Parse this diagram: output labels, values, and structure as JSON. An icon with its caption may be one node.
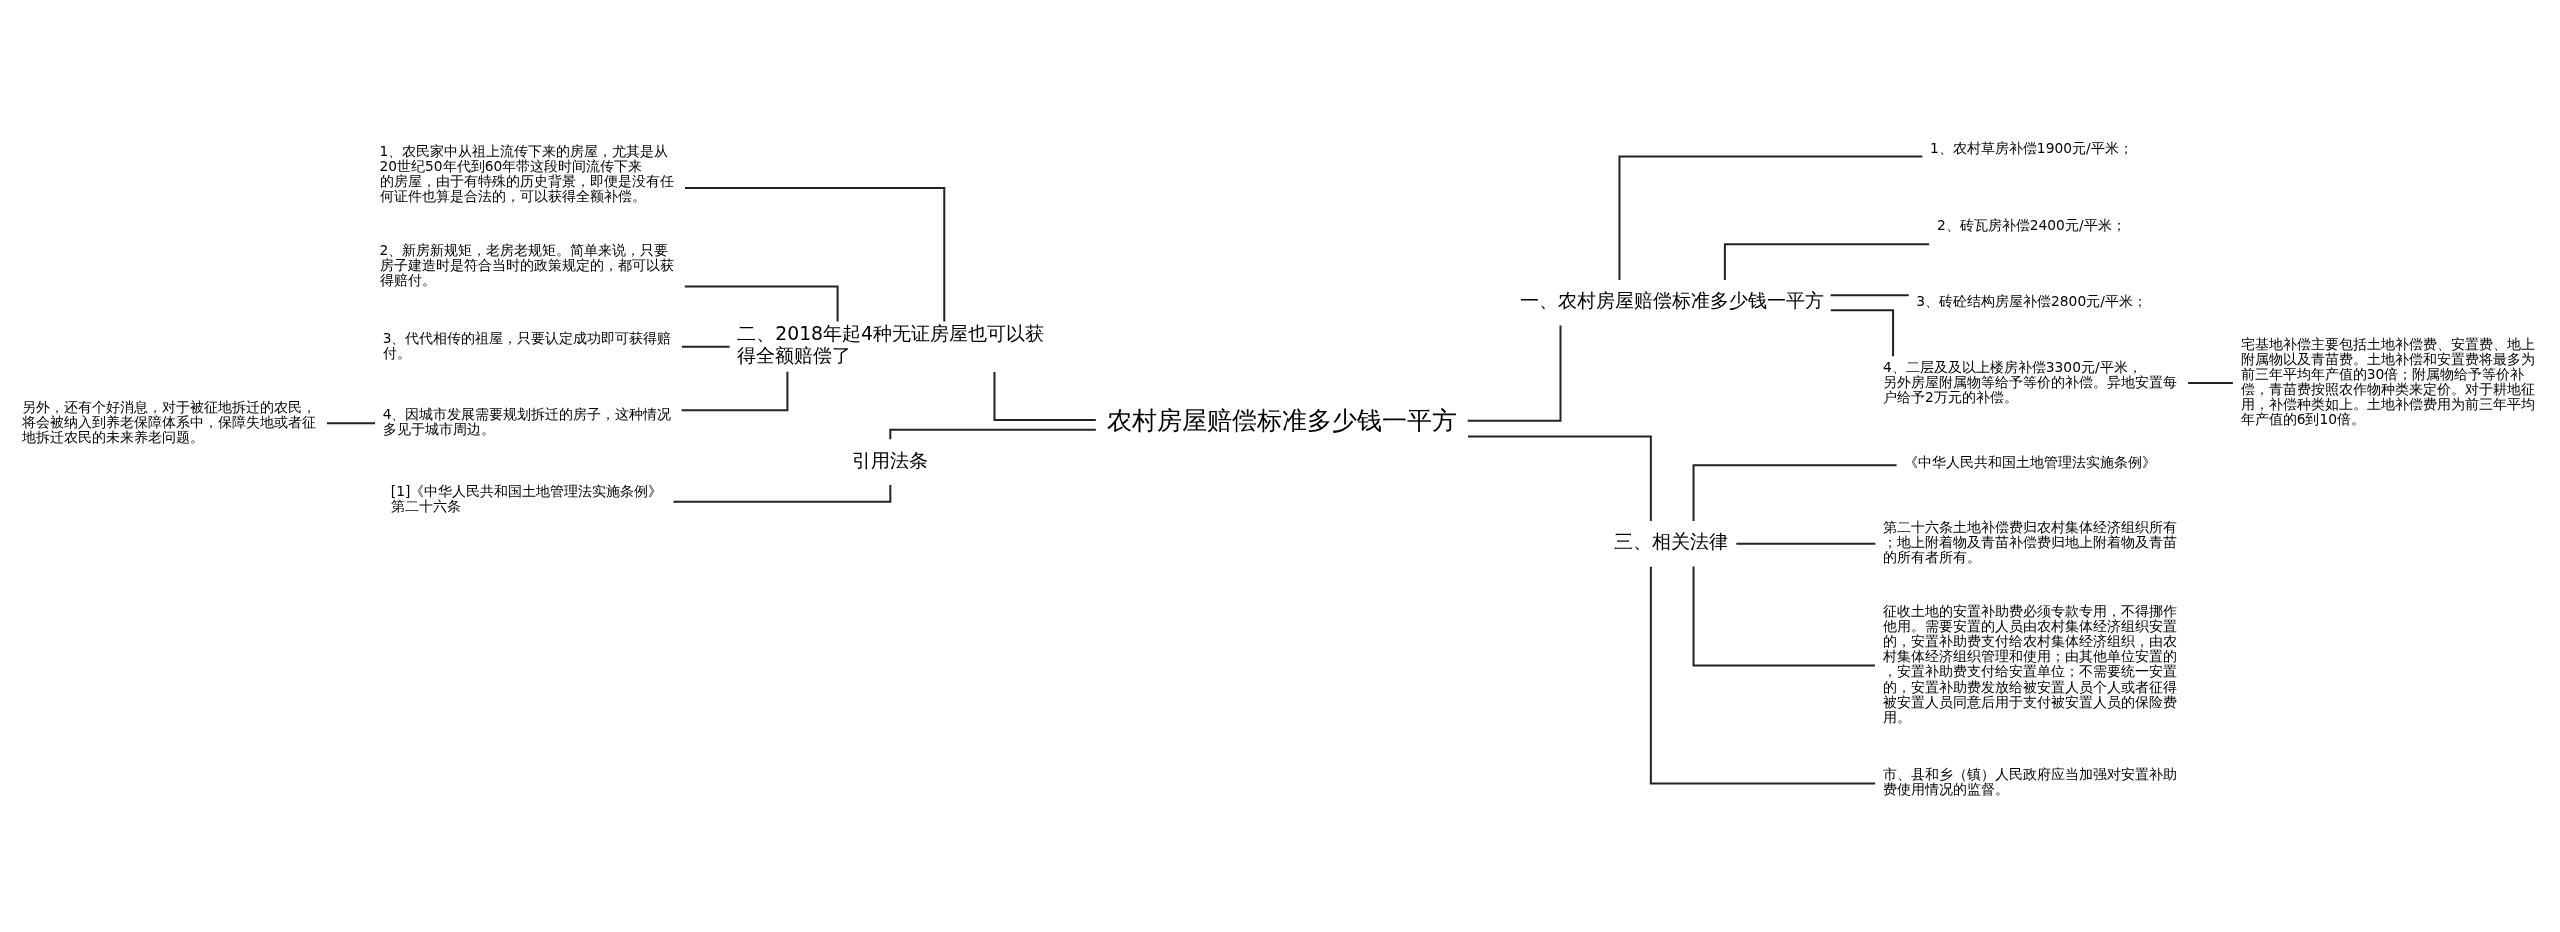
{
  "diagram": {
    "nodes": [
      {
        "text": [
          "农村房屋赔偿标准多少钱一平方"
        ]
      },
      {
        "text": [
          "二、2018年起4种无证房屋也可以获得全额赔偿了"
        ]
      },
      {
        "text": [
          "1、农民家中从祖上流传下来的房屋，尤其是从20世纪50年代到60年带这段时间流传下来的房屋，由于有特殊的历史背景，即便是没有任何证件也算是合法的，可以获得全额补偿。"
        ]
      },
      {
        "text": [
          "2、新房新规矩，老房老规矩。简单来说，只要房子建造时是符合当时的政策规定的，都可以获得赔付。"
        ]
      },
      {
        "text": [
          "3、代代相传的祖屋，只要认定成功即可获得赔付。"
        ]
      },
      {
        "text": [
          "4、因城市发展需要规划拆迁的房子，这种情况多见于城市周边。"
        ]
      },
      {
        "text": [
          "另外，还有个好消息，对于被征地拆迁的农民，将会被纳入到养老保障体系中，保障失地或者征地拆迁农民的未来养老问题。"
        ]
      },
      {
        "text": [
          "引用法条"
        ]
      },
      {
        "text": [
          "[1]《中华人民共和国土地管理法实施条例》第二十六条"
        ]
      },
      {
        "text": [
          "一、农村房屋赔偿标准多少钱一平方"
        ]
      },
      {
        "text": [
          "1、农村草房补偿1900元/平米；"
        ]
      },
      {
        "text": [
          "2、砖瓦房补偿2400元/平米；"
        ]
      },
      {
        "text": [
          "3、砖砼结构房屋补偿2800元/平米；"
        ]
      },
      {
        "text": [
          "4、二层及及以上楼房补偿3300元/平米，另外房屋附属物等给予等价的补偿。异地安置每户给予2万元的补偿。"
        ]
      },
      {
        "text": [
          "宅基地补偿主要包括土地补偿费、安置费、地上附属物以及青苗费。土地补偿和安置费将最多为前三年平均年产值的30倍；附属物给予等价补偿，青苗费按照农作物种类来定价。对于耕地征用，补偿种类如上。土地补偿费用为前三年平均年产值的6到10倍。"
        ]
      },
      {
        "text": [
          "三、相关法律"
        ]
      },
      {
        "text": [
          "《中华人民共和国土地管理法实施条例》"
        ]
      },
      {
        "text": [
          "第二十六条土地补偿费归农村集体经济组织所有；地上附着物及青苗补偿费归地上附着物及青苗的所有者所有。"
        ]
      },
      {
        "text": [
          "征收土地的安置补助费必须专款专用，不得挪作他用。需要安置的人员由农村集体经济组织安置的，安置补助费支付给农村集体经济组织，由农村集体经济组织管理和使用；由其他单位安置的，安置补助费支付给安置单位；不需要统一安置的，安置补助费发放给被安置人员个人或者征得被安置人员同意后用于支付被安置人员的保险费用。"
        ]
      },
      {
        "text": [
          "市、县和乡（镇）人民政府应当加强对安置补助费使用情况的监督。"
        ]
      }
    ],
    "edges": [
      {
        "from": 6,
        "to": 5,
        "arrow": "none"
      },
      {
        "from": 2,
        "to": 1,
        "arrow": "none"
      },
      {
        "from": 3,
        "to": 1,
        "arrow": "none"
      },
      {
        "from": 4,
        "to": 1,
        "arrow": "none"
      },
      {
        "from": 5,
        "to": 1,
        "arrow": "none"
      },
      {
        "from": 8,
        "to": 7,
        "arrow": "none"
      },
      {
        "from": 1,
        "to": 0,
        "arrow": "none"
      },
      {
        "from": 7,
        "to": 0,
        "arrow": "none"
      },
      {
        "from": 0,
        "to": 9,
        "arrow": "none"
      },
      {
        "from": 0,
        "to": 15,
        "arrow": "none"
      },
      {
        "from": 9,
        "to": 10,
        "arrow": "none"
      },
      {
        "from": 9,
        "to": 11,
        "arrow": "none"
      },
      {
        "from": 9,
        "to": 12,
        "arrow": "none"
      },
      {
        "from": 9,
        "to": 13,
        "arrow": "none"
      },
      {
        "from": 13,
        "to": 14,
        "arrow": "none"
      },
      {
        "from": 15,
        "to": 16,
        "arrow": "none"
      },
      {
        "from": 15,
        "to": 17,
        "arrow": "none"
      },
      {
        "from": 15,
        "to": 18,
        "arrow": "none"
      },
      {
        "from": 15,
        "to": 19,
        "arrow": "none"
      }
    ]
  }
}
